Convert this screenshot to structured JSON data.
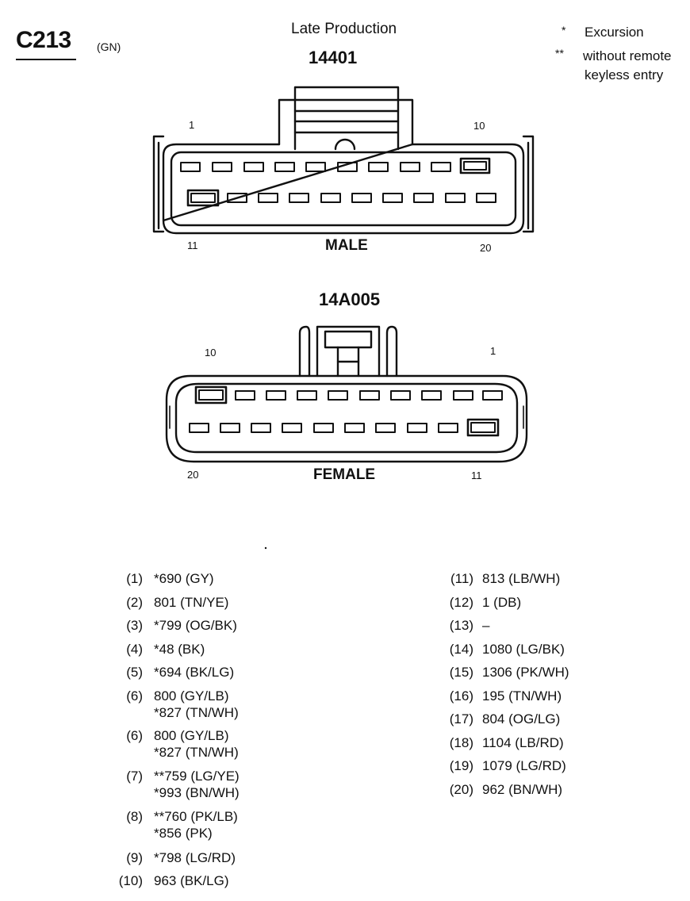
{
  "header": {
    "connector_id": "C213",
    "connector_color": "(GN)",
    "production": "Late Production"
  },
  "legend": [
    {
      "symbol": "*",
      "text": "Excursion"
    },
    {
      "symbol": "**",
      "text_line1": "without remote",
      "text_line2": "keyless entry"
    }
  ],
  "male_connector": {
    "part_number": "14401",
    "label": "MALE",
    "pin_labels": {
      "top_left": "1",
      "top_right": "10",
      "bottom_left": "11",
      "bottom_right": "20"
    }
  },
  "female_connector": {
    "part_number": "14A005",
    "label": "FEMALE",
    "pin_labels": {
      "top_left": "10",
      "top_right": "1",
      "bottom_left": "20",
      "bottom_right": "11"
    }
  },
  "pinout_left": [
    {
      "pin": "(1)",
      "lines": [
        "*690 (GY)"
      ]
    },
    {
      "pin": "(2)",
      "lines": [
        "801 (TN/YE)"
      ]
    },
    {
      "pin": "(3)",
      "lines": [
        "*799 (OG/BK)"
      ]
    },
    {
      "pin": "(4)",
      "lines": [
        "*48 (BK)"
      ]
    },
    {
      "pin": "(5)",
      "lines": [
        "*694 (BK/LG)"
      ]
    },
    {
      "pin": "(6)",
      "lines": [
        "800 (GY/LB)",
        "*827 (TN/WH)"
      ]
    },
    {
      "pin": "(6)",
      "lines": [
        "800 (GY/LB)",
        "*827 (TN/WH)"
      ]
    },
    {
      "pin": "(7)",
      "lines": [
        "**759 (LG/YE)",
        "*993 (BN/WH)"
      ]
    },
    {
      "pin": "(8)",
      "lines": [
        "**760 (PK/LB)",
        "*856 (PK)"
      ]
    },
    {
      "pin": "(9)",
      "lines": [
        "*798 (LG/RD)"
      ]
    },
    {
      "pin": "(10)",
      "lines": [
        "963 (BK/LG)"
      ]
    }
  ],
  "pinout_right": [
    {
      "pin": "(11)",
      "lines": [
        "813 (LB/WH)"
      ]
    },
    {
      "pin": "(12)",
      "lines": [
        "1 (DB)"
      ]
    },
    {
      "pin": "(13)",
      "lines": [
        "–"
      ]
    },
    {
      "pin": "(14)",
      "lines": [
        "1080 (LG/BK)"
      ]
    },
    {
      "pin": "(15)",
      "lines": [
        "1306 (PK/WH)"
      ]
    },
    {
      "pin": "(16)",
      "lines": [
        "195 (TN/WH)"
      ]
    },
    {
      "pin": "(17)",
      "lines": [
        "804 (OG/LG)"
      ]
    },
    {
      "pin": "(18)",
      "lines": [
        "1104 (LB/RD)"
      ]
    },
    {
      "pin": "(19)",
      "lines": [
        "1079 (LG/RD)"
      ]
    },
    {
      "pin": "(20)",
      "lines": [
        "962 (BN/WH)"
      ]
    }
  ]
}
